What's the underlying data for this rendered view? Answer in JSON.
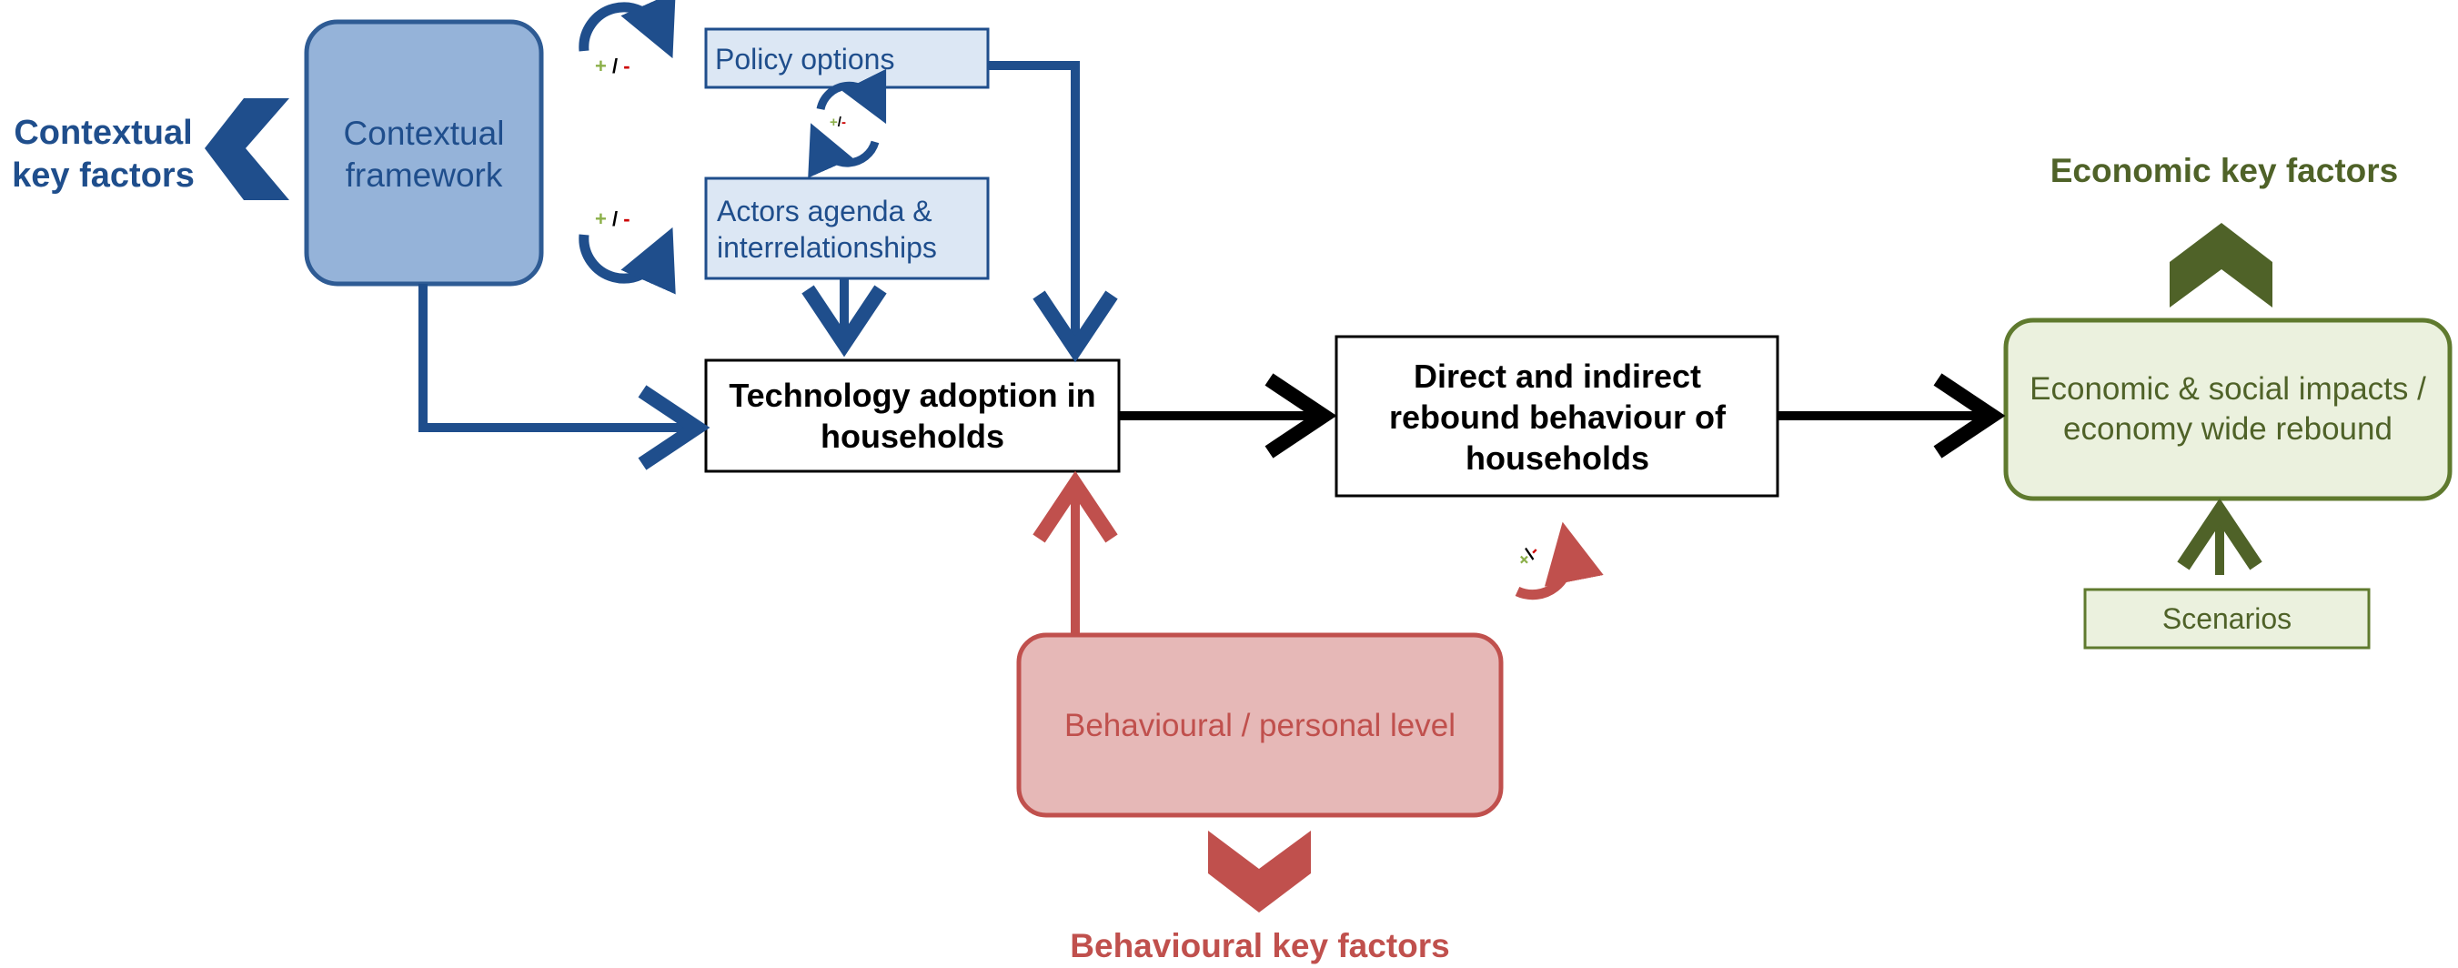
{
  "colors": {
    "blue": "#1f4e8c",
    "blue_fill_dark": "#95b3d9",
    "blue_fill_light": "#dce7f4",
    "red": "#c0504d",
    "red_fill": "#e6b8b7",
    "green": "#4f6228",
    "green_border": "#5f7a2e",
    "green_fill": "#ebf1de",
    "black": "#000000"
  },
  "nodes": {
    "contextual_framework": "Contextual framework",
    "policy_options": "Policy options",
    "actors_agenda": "Actors agenda & interrelationships",
    "technology_adoption": "Technology adoption in households",
    "rebound_behaviour": "Direct and indirect rebound behaviour of households",
    "economic_impacts": "Economic & social impacts / economy wide rebound",
    "scenarios": "Scenarios",
    "behavioural_level": "Behavioural / personal level"
  },
  "headings": {
    "contextual_key_factors": "Contextual key factors",
    "economic_key_factors": "Economic key factors",
    "behavioural_key_factors": "Behavioural key factors"
  },
  "feedback": {
    "plus": "+",
    "slash": "/",
    "minus": "-"
  },
  "icons": [
    "cycle-arrow-icon",
    "chevron-left-icon",
    "chevron-up-icon",
    "chevron-down-icon"
  ]
}
